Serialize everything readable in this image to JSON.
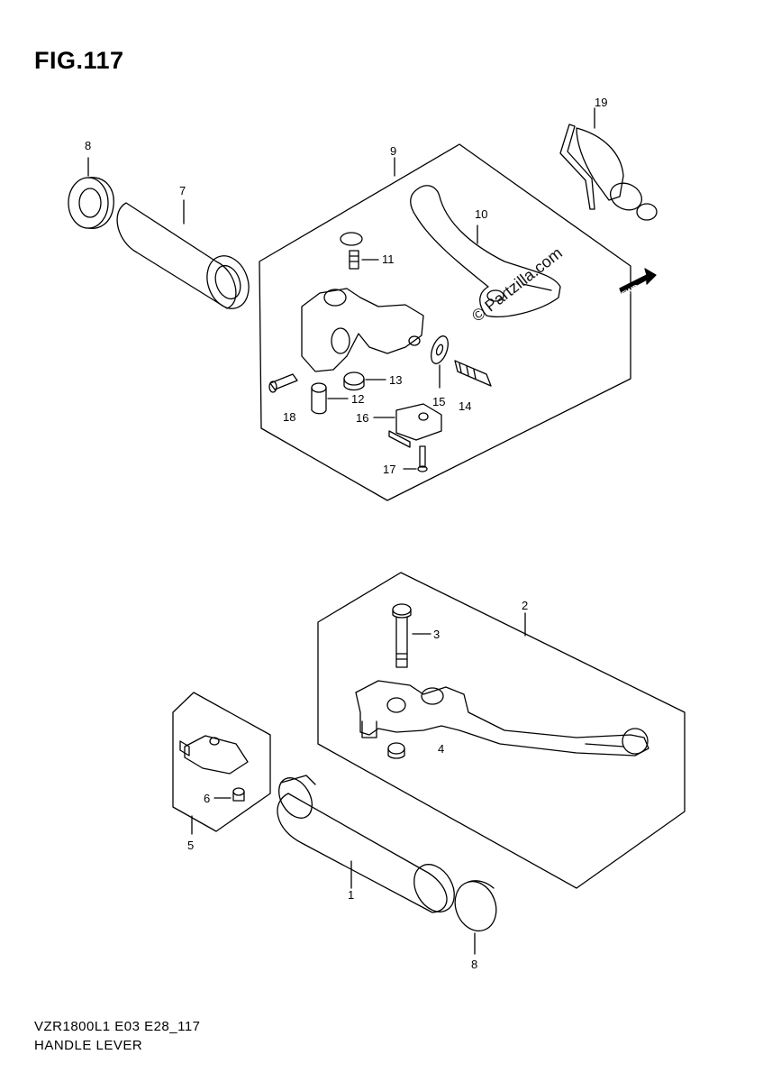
{
  "figure": {
    "title": "FIG.117",
    "model_code": "VZR1800L1 E03 E28_117",
    "section_name": "HANDLE LEVER",
    "watermark": "© Partzilla.com",
    "fwd_label": "FWD"
  },
  "callouts": {
    "p1": "1",
    "p2": "2",
    "p3": "3",
    "p4": "4",
    "p5": "5",
    "p6": "6",
    "p7": "7",
    "p8a": "8",
    "p8b": "8",
    "p9": "9",
    "p10": "10",
    "p11": "11",
    "p12": "12",
    "p13": "13",
    "p14": "14",
    "p15": "15",
    "p16": "16",
    "p17": "17",
    "p18": "18",
    "p19": "19"
  },
  "colors": {
    "line": "#000000",
    "background": "#ffffff"
  }
}
